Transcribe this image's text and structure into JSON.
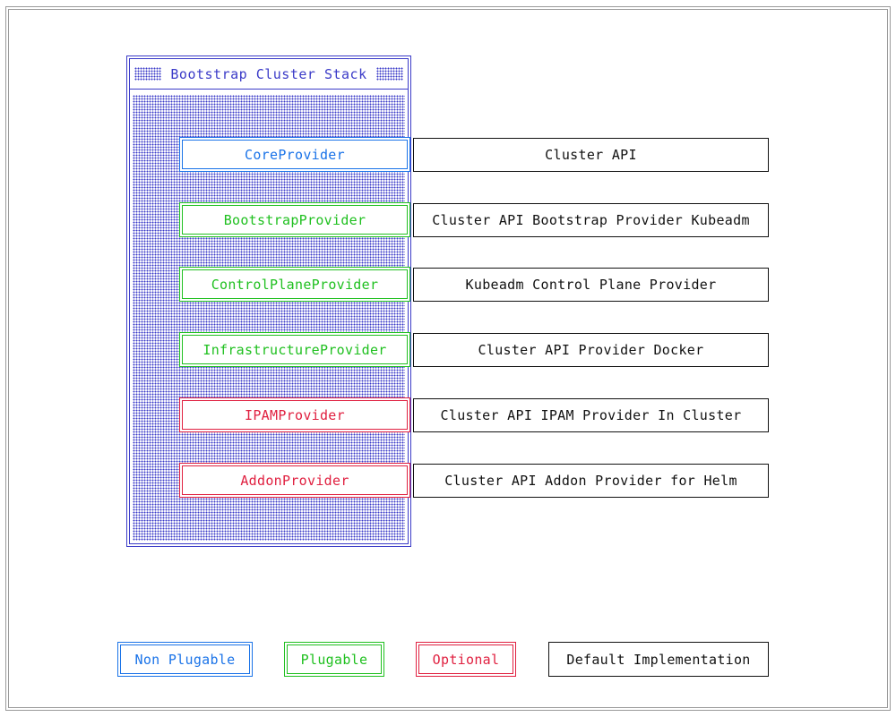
{
  "stack": {
    "title": "Bootstrap Cluster Stack"
  },
  "providers": [
    {
      "name": "CoreProvider",
      "implementation": "Cluster API",
      "kind": "non-plugable",
      "color": "#1a73e8"
    },
    {
      "name": "BootstrapProvider",
      "implementation": "Cluster API Bootstrap Provider Kubeadm",
      "kind": "plugable",
      "color": "#20c020"
    },
    {
      "name": "ControlPlaneProvider",
      "implementation": "Kubeadm Control Plane Provider",
      "kind": "plugable",
      "color": "#20c020"
    },
    {
      "name": "InfrastructureProvider",
      "implementation": "Cluster API Provider Docker",
      "kind": "plugable",
      "color": "#20c020"
    },
    {
      "name": "IPAMProvider",
      "implementation": "Cluster API IPAM Provider In Cluster",
      "kind": "optional",
      "color": "#e02040"
    },
    {
      "name": "AddonProvider",
      "implementation": "Cluster API Addon Provider for Helm",
      "kind": "optional",
      "color": "#e02040"
    }
  ],
  "legend": {
    "non_plugable": "Non Plugable",
    "plugable": "Plugable",
    "optional": "Optional",
    "default_implementation": "Default Implementation"
  },
  "colors": {
    "stack": "#3b3bc8",
    "non_plugable": "#1a73e8",
    "plugable": "#20c020",
    "optional": "#e02040",
    "default": "#111111"
  }
}
